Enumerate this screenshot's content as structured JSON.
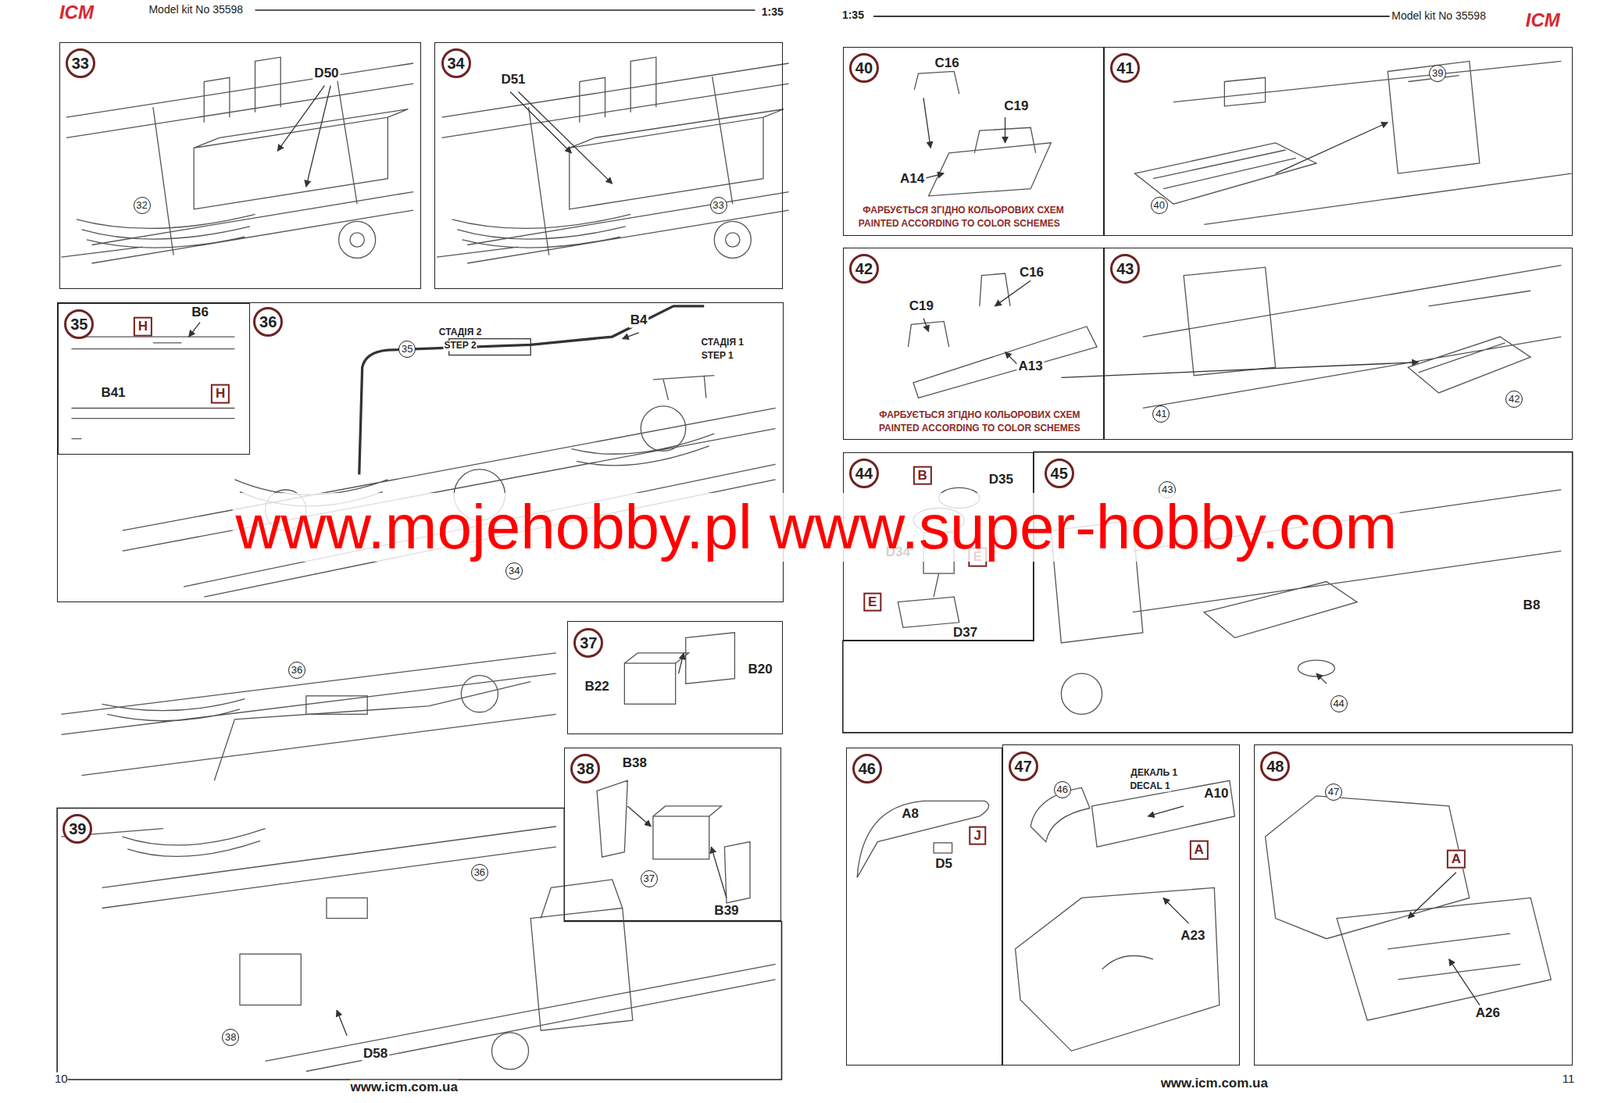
{
  "diagram": {
    "nodes": [
      {
        "text": [
          "33"
        ]
      },
      {
        "text": [
          "34"
        ]
      },
      {
        "text": [
          "36"
        ]
      },
      {
        "text": [
          "35"
        ],
        "in": 2
      },
      {
        "text": [
          "37"
        ]
      },
      {
        "text": [
          "38"
        ]
      },
      {
        "text": [
          "39"
        ]
      },
      {
        "text": [
          "40"
        ]
      },
      {
        "text": [
          "41"
        ]
      },
      {
        "text": [
          "42"
        ]
      },
      {
        "text": [
          "43"
        ]
      },
      {
        "text": [
          "44"
        ]
      },
      {
        "text": [
          "45"
        ]
      },
      {
        "text": [
          "46"
        ]
      },
      {
        "text": [
          "47"
        ]
      },
      {
        "text": [
          "48"
        ]
      }
    ],
    "labels": [
      "ICM",
      "Model kit No 35598",
      "1:35",
      "1:35",
      "Model kit No 35598",
      "ICM",
      "D50",
      "32",
      "D51",
      "33",
      "B6",
      "H",
      "B41",
      "H",
      "35",
      "СТАДІЯ 2",
      "STEP 2",
      "B4",
      "СТАДІЯ 1",
      "STEP 1",
      "34",
      "36",
      "B22",
      "B20",
      "B38",
      "37",
      "B39",
      "36",
      "38",
      "D58",
      "C16",
      "C19",
      "A14",
      "ФАРБУЄТЬСЯ ЗГІДНО КОЛЬОРОВИХ СХЕМ",
      "PAINTED ACCORDING TO COLOR SCHEMES",
      "39",
      "40",
      "C16",
      "C19",
      "A13",
      "ФАРБУЄТЬСЯ ЗГІДНО КОЛЬОРОВИХ СХЕМ",
      "PAINTED ACCORDING TO COLOR SCHEMES",
      "41",
      "42",
      "B",
      "D35",
      "D34",
      "E",
      "E",
      "D37",
      "43",
      "B8",
      "44",
      "A8",
      "J",
      "D5",
      "46",
      "ДЕКАЛЬ 1",
      "DECAL 1",
      "A10",
      "A",
      "A23",
      "47",
      "A",
      "A26",
      "www.mojehobby.pl www.super-hobby.com",
      "10",
      "www.icm.com.ua",
      "www.icm.com.ua",
      "11"
    ]
  }
}
